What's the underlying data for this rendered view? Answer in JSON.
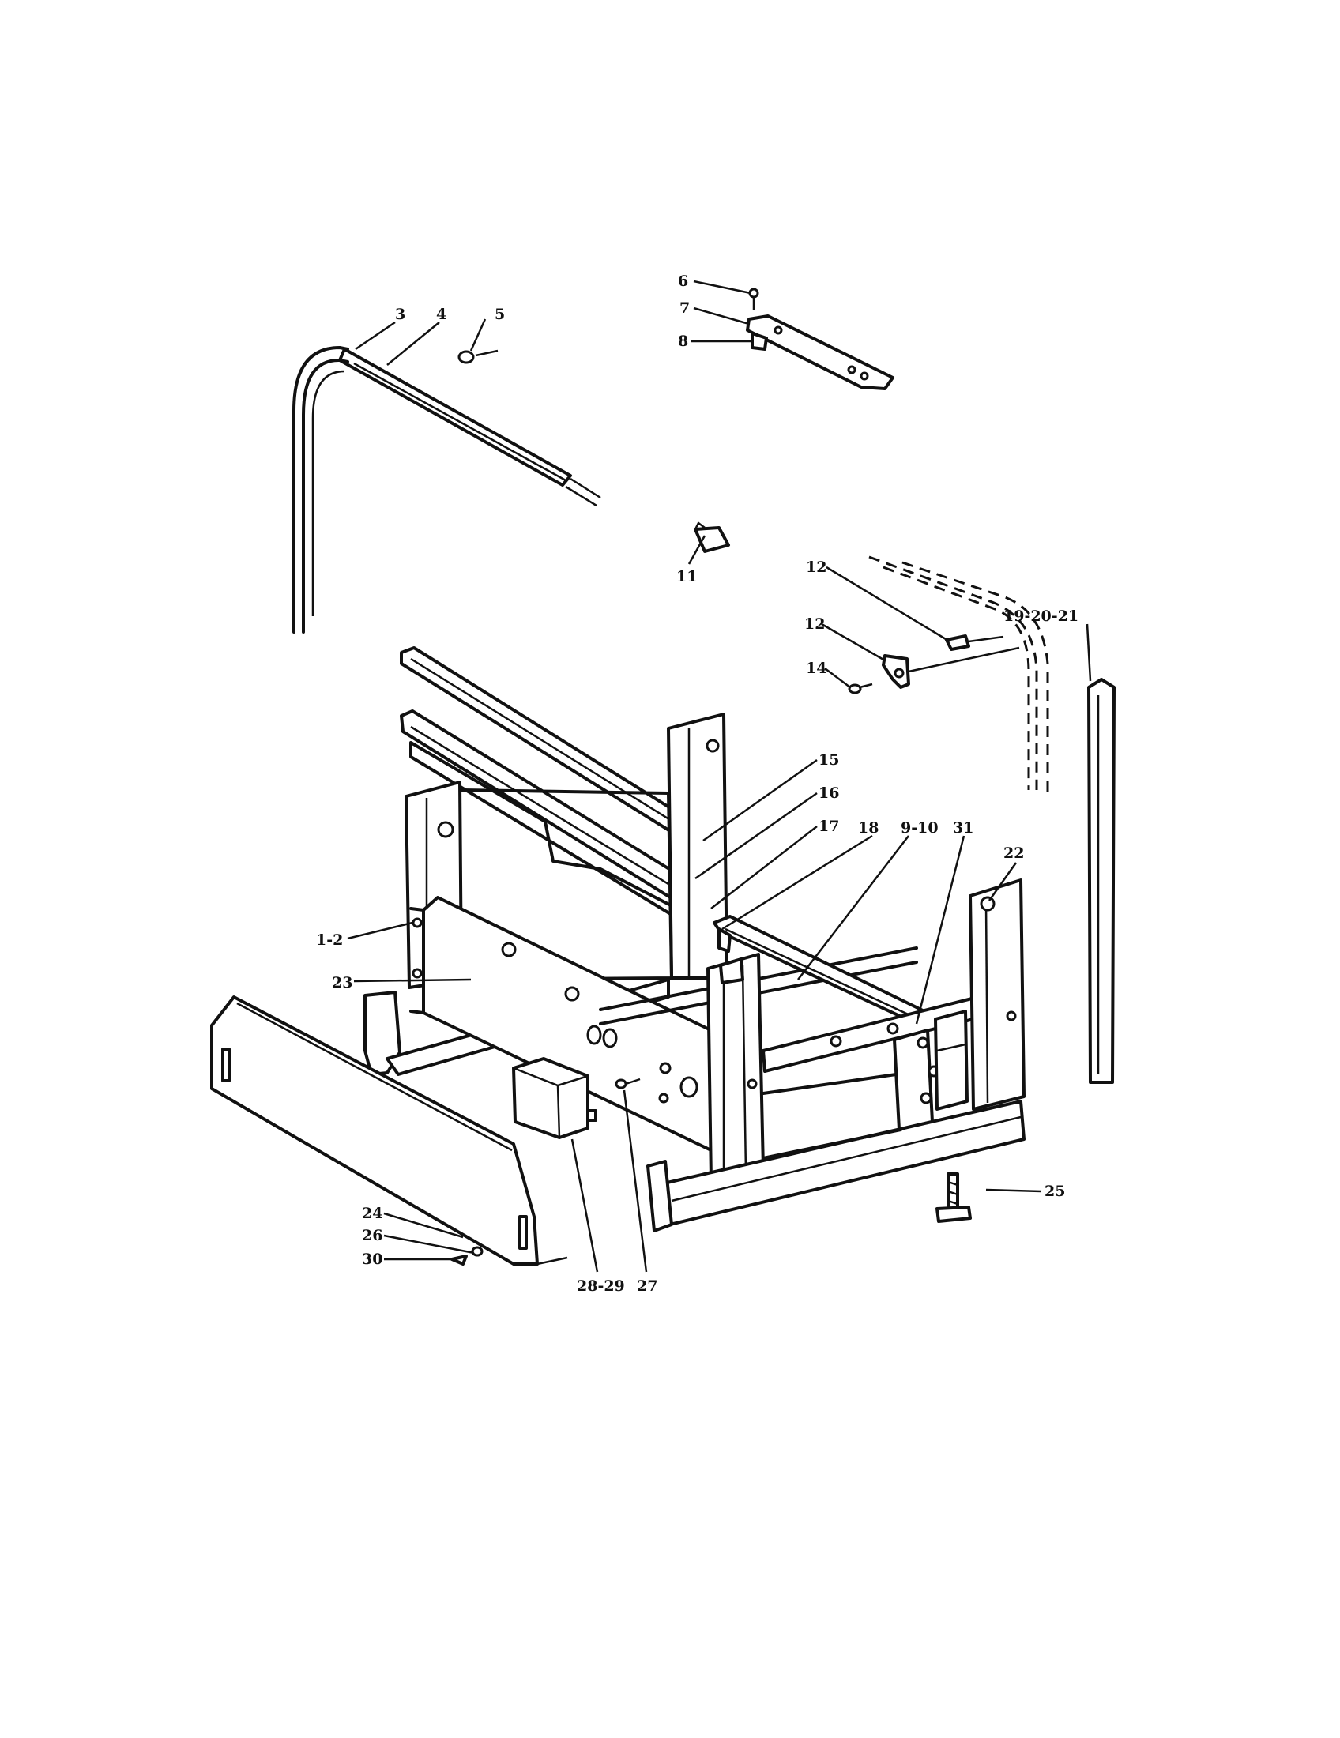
{
  "callouts": {
    "c3": "3",
    "c4a": "4",
    "c5": "5",
    "c6": "6",
    "c7": "7",
    "c8": "8",
    "c11": "11",
    "c12a": "12",
    "c12b": "12",
    "c14": "14",
    "c19_20_21": "19-20-21",
    "c15": "15",
    "c16": "16",
    "c17": "17",
    "c18": "18",
    "c9_10": "9-10",
    "c31": "31",
    "c22": "22",
    "c1_2": "1-2",
    "c23": "23",
    "c25": "25",
    "c24": "24",
    "c26": "26",
    "c30": "30",
    "c28_29": "28-29",
    "c27": "27"
  }
}
